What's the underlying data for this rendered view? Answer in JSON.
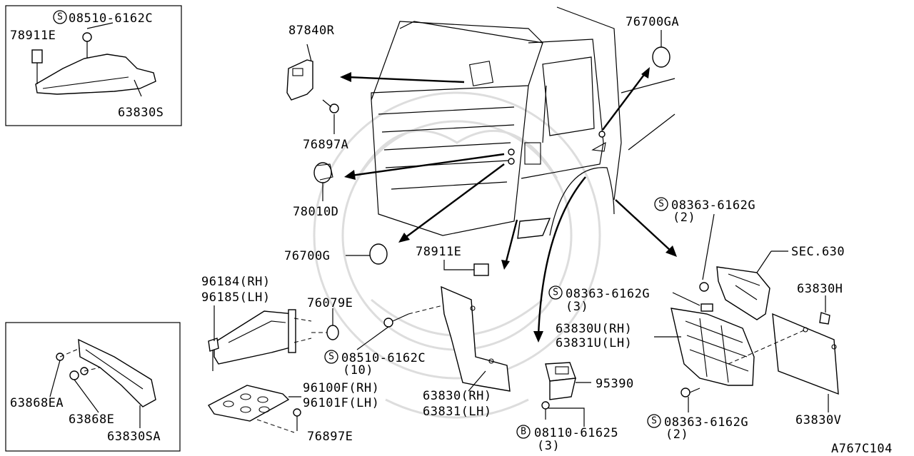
{
  "labels": {
    "p08510_top": "08510-6162C",
    "p78911E_top": "78911E",
    "p63830S": "63830S",
    "p87840R": "87840R",
    "p76897A": "76897A",
    "p78010D": "78010D",
    "p76700GA": "76700GA",
    "p76700G": "76700G",
    "p78911E_mid": "78911E",
    "p96184": "96184(RH)",
    "p96185": "96185(LH)",
    "p76079E": "76079E",
    "p08510_mid": "08510-6162C",
    "p08510_mid_qty": "(10)",
    "p96100F": "96100F(RH)",
    "p96101F": "96101F(LH)",
    "p76897E": "76897E",
    "p63830RH": "63830(RH)",
    "p63831LH": "63831(LH)",
    "p08363_top": "08363-6162G",
    "p08363_top_qty": "(2)",
    "sec630": "SEC.630",
    "p08363_mid": "08363-6162G",
    "p08363_mid_qty": "(3)",
    "p63830H": "63830H",
    "p63830U": "63830U(RH)",
    "p63831U": "63831U(LH)",
    "p95390": "95390",
    "p08363_bot": "08363-6162G",
    "p08363_bot_qty": "(2)",
    "p63830V": "63830V",
    "p08110": "08110-61625",
    "p08110_qty": "(3)",
    "p63868EA": "63868EA",
    "p63868E": "63868E",
    "p63830SA": "63830SA",
    "figure_code": "A767C104"
  },
  "badges": {
    "screw": "S",
    "bolt": "B"
  }
}
